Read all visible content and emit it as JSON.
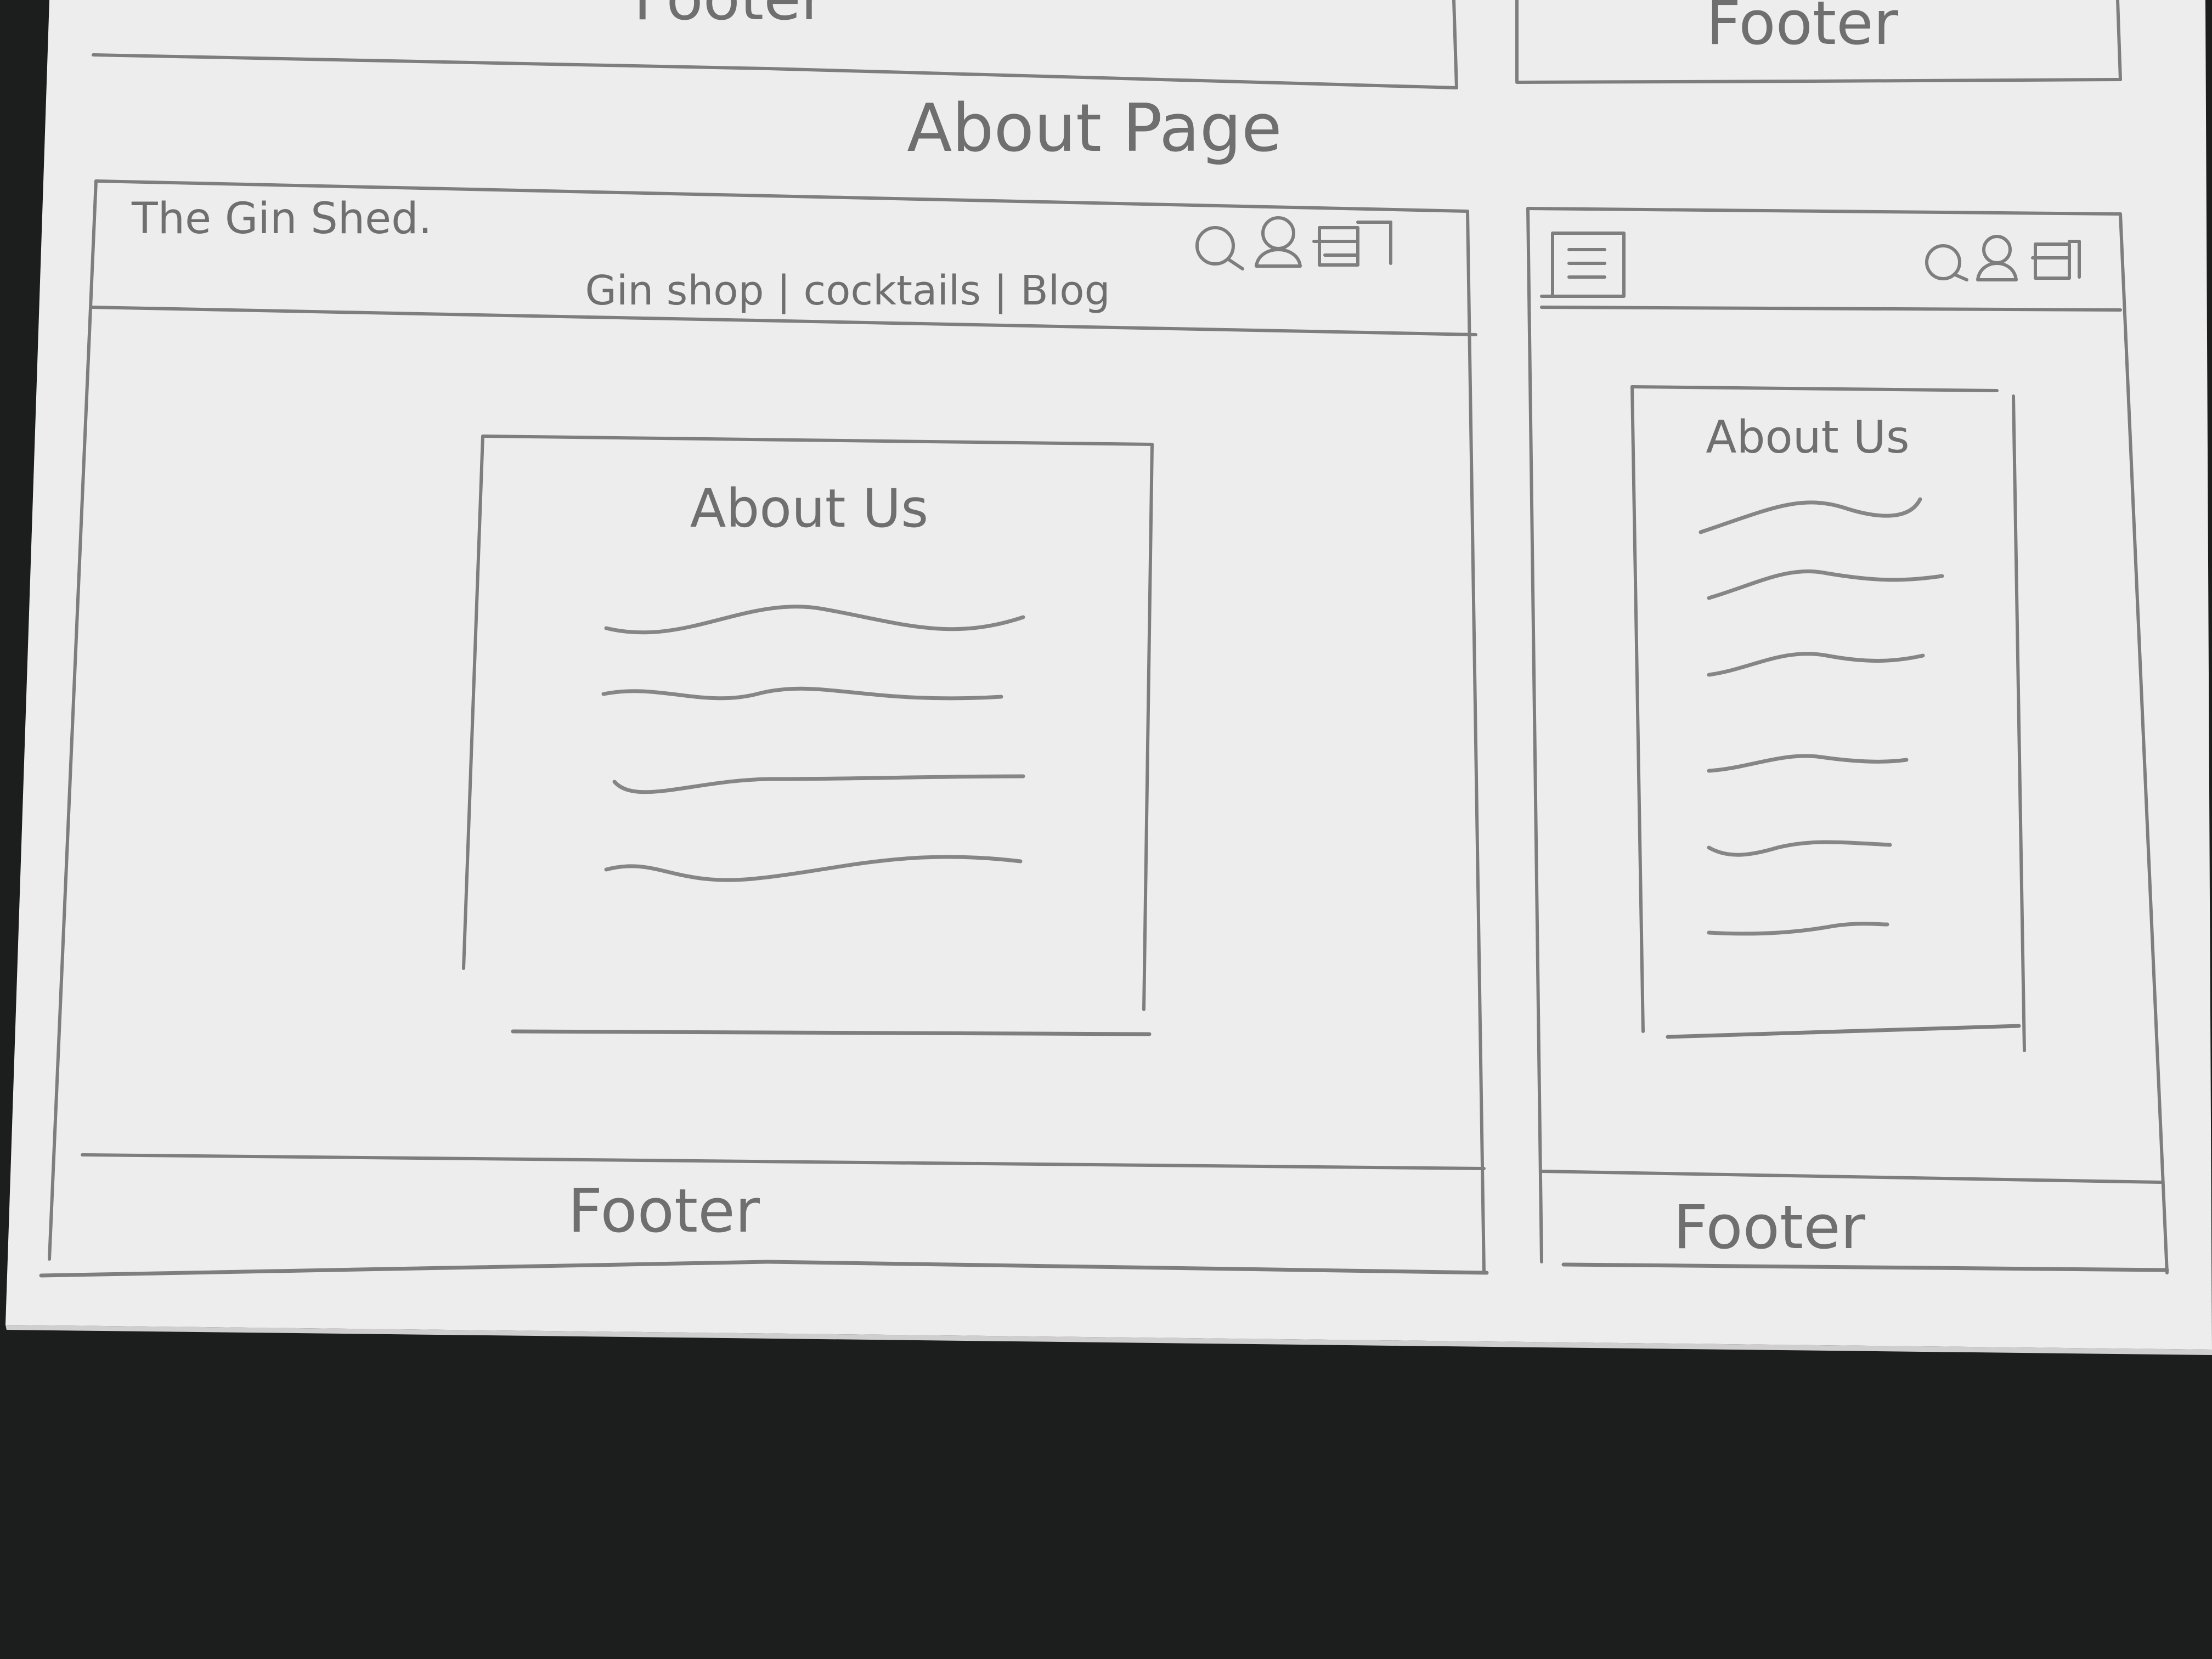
{
  "colors": {
    "table": "#1c1e1d",
    "paper": "#efefef",
    "pencil": "#7a7a7a",
    "pencil_light": "#9a9a9a"
  },
  "top_section": {
    "desktop_footer_label": "Footer",
    "mobile_footer_label": "Footer"
  },
  "page_heading": "About Page",
  "desktop": {
    "brand": "The Gin Shed.",
    "icons": [
      "search-icon",
      "account-icon",
      "basket-icon"
    ],
    "nav": "Gin shop | cocktails | Blog",
    "card_title": "About Us",
    "text_lines": 4,
    "footer_label": "Footer"
  },
  "mobile": {
    "menu_icon": "hamburger-menu-icon",
    "icons": [
      "search-icon",
      "account-icon",
      "basket-icon"
    ],
    "card_title": "About Us",
    "text_lines": 6,
    "footer_label": "Footer"
  }
}
